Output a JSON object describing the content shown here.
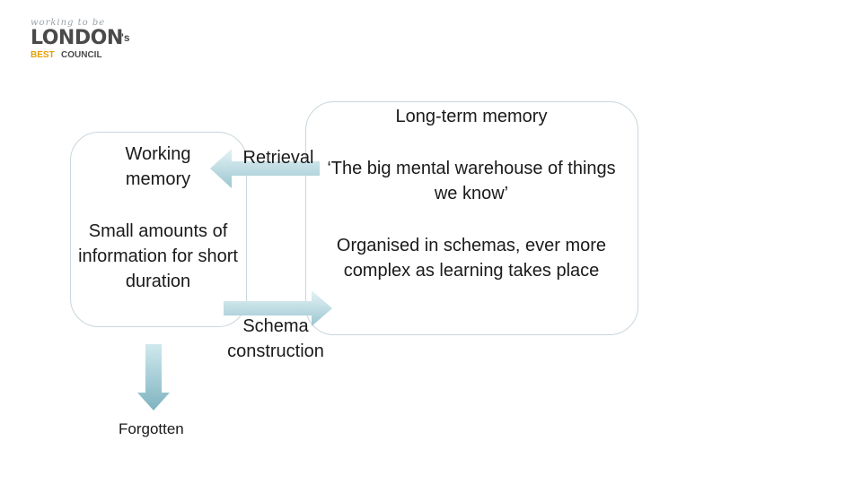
{
  "logo": {
    "tagline": "working to be",
    "name": "LONDON",
    "suffix": "'s",
    "sub_highlight": "BEST",
    "sub_rest": "COUNCIL"
  },
  "diagram": {
    "long_term_title": "Long-term memory",
    "long_term_description": "‘The big mental warehouse of things we know’",
    "long_term_detail": "Organised in schemas, ever more complex as learning takes place",
    "working_memory_title": "Working memory",
    "working_memory_description": "Small amounts of information for short duration",
    "retrieval_label": "Retrieval",
    "schema_label": "Schema construction",
    "forgotten_label": "Forgotten"
  },
  "colors": {
    "arrow_light": "#cfe9ee",
    "arrow_dark": "#7fb3c0",
    "box_border": "#c9d6dd"
  }
}
